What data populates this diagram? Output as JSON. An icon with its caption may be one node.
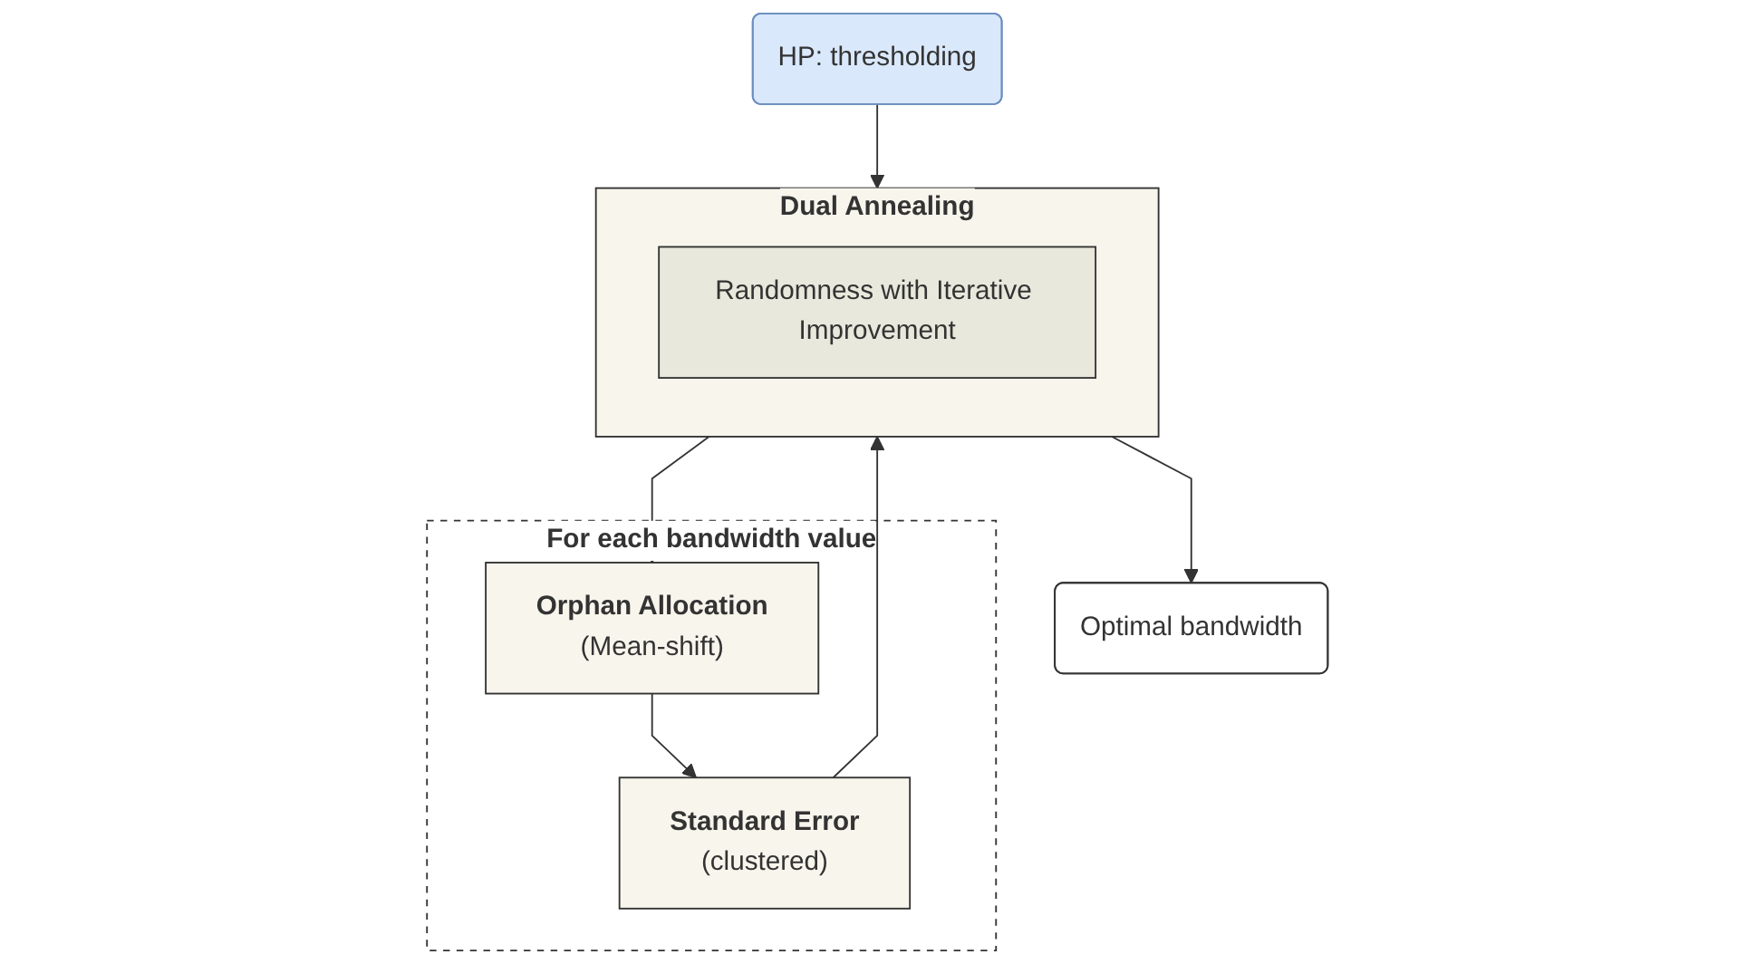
{
  "diagram": {
    "nodes": [
      {
        "text": [
          "For each bandwidth value"
        ]
      },
      {
        "text": [
          "Orphan Allocation",
          "(Mean-shift)"
        ],
        "in": 0
      },
      {
        "text": [
          "Standard Error",
          "(clustered)"
        ],
        "in": 0
      },
      {
        "text": [
          "HP: thresholding"
        ]
      },
      {
        "text": [
          "Dual Annealing"
        ]
      },
      {
        "text": [
          "Randomness with Iterative Improvement"
        ],
        "in": 4
      },
      {
        "text": [
          "Optimal bandwidth"
        ]
      }
    ],
    "edges": [
      {
        "from": 1,
        "to": 2,
        "arrow": "to"
      },
      {
        "from": 2,
        "to": 4,
        "arrow": "to"
      },
      {
        "from": 3,
        "to": 4,
        "arrow": "to"
      },
      {
        "from": 4,
        "to": 1,
        "arrow": "to"
      },
      {
        "from": 4,
        "to": 6,
        "arrow": "to"
      }
    ]
  }
}
